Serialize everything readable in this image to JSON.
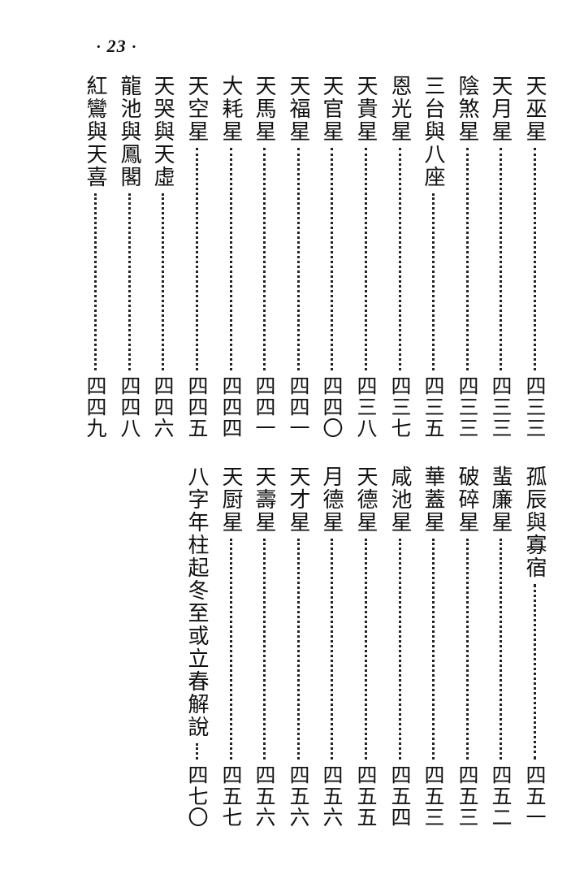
{
  "page_number": "23",
  "page_dots": [
    "·",
    "·"
  ],
  "sections": [
    {
      "name": "upper",
      "entries": [
        {
          "title": "天巫星",
          "page": "四三三"
        },
        {
          "title": "天月星",
          "page": "四三三"
        },
        {
          "title": "陰煞星",
          "page": "四三三"
        },
        {
          "title": "三台與八座",
          "page": "四三五"
        },
        {
          "title": "恩光星",
          "page": "四三七"
        },
        {
          "title": "天貴星",
          "page": "四三八"
        },
        {
          "title": "天官星",
          "page": "四四〇"
        },
        {
          "title": "天福星",
          "page": "四四一"
        },
        {
          "title": "天馬星",
          "page": "四四一"
        },
        {
          "title": "大耗星",
          "page": "四四四"
        },
        {
          "title": "天空星",
          "page": "四四五"
        },
        {
          "title": "天哭與天虛",
          "page": "四四六"
        },
        {
          "title": "龍池與鳳閣",
          "page": "四四八"
        },
        {
          "title": "紅鸞與天喜",
          "page": "四四九"
        }
      ]
    },
    {
      "name": "lower",
      "entries": [
        {
          "title": "孤辰與寡宿",
          "page": "四五一"
        },
        {
          "title": "蜚廉星",
          "page": "四五二"
        },
        {
          "title": "破碎星",
          "page": "四五三"
        },
        {
          "title": "華蓋星",
          "page": "四五三"
        },
        {
          "title": "咸池星",
          "page": "四五四"
        },
        {
          "title": "天德星",
          "page": "四五五"
        },
        {
          "title": "月德星",
          "page": "四五六"
        },
        {
          "title": "天才星",
          "page": "四五六"
        },
        {
          "title": "天壽星",
          "page": "四五六"
        },
        {
          "title": "天厨星",
          "page": "四五七"
        },
        {
          "title": "八字年柱起冬至或立春解說",
          "page": "四七〇"
        }
      ]
    }
  ]
}
